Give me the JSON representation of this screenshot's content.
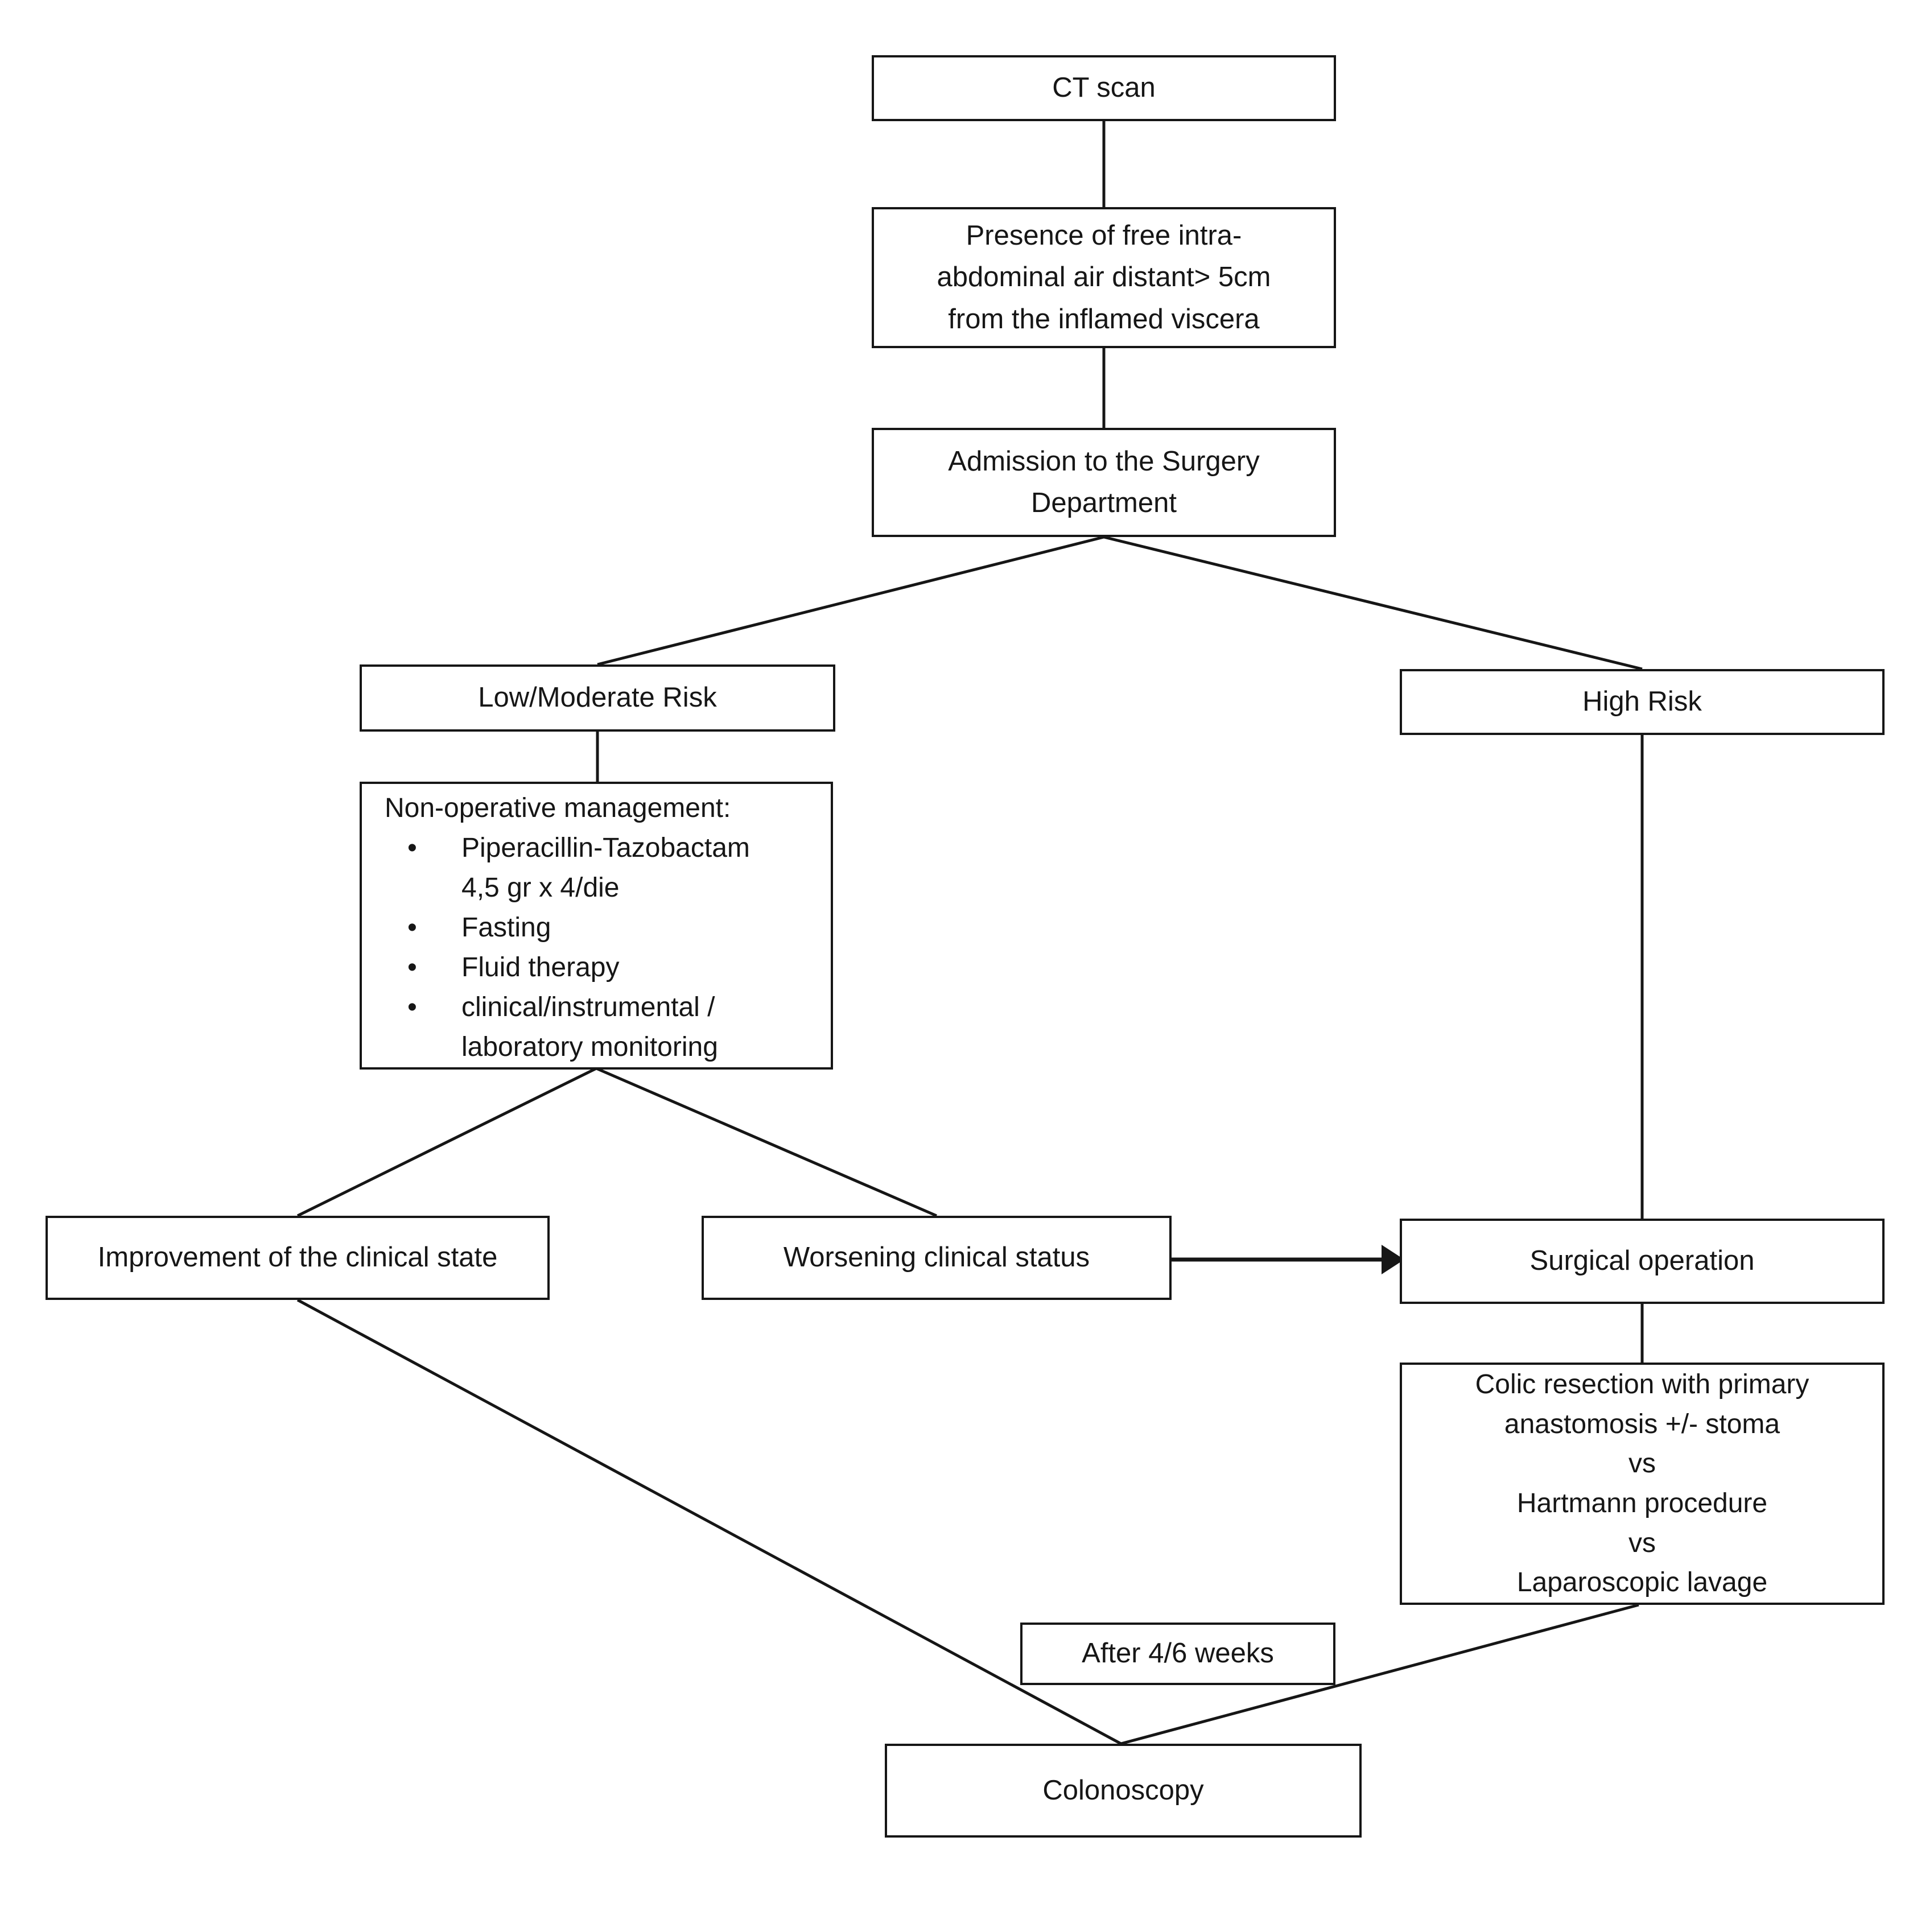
{
  "diagram": {
    "bullet_char": "•",
    "colors": {
      "background": "#ffffff",
      "box_border": "#161616",
      "line": "#161616",
      "text": "#161616"
    },
    "nodes": {
      "ct_scan": {
        "label": "CT scan"
      },
      "presence": {
        "label": "Presence of free intra-\nabdominal air distant> 5cm\nfrom the inflamed viscera"
      },
      "admission": {
        "label": "Admission to the Surgery\nDepartment"
      },
      "low_risk": {
        "label": "Low/Moderate Risk"
      },
      "high_risk": {
        "label": "High Risk"
      },
      "non_operative": {
        "title": "Non-operative management:",
        "bullets": [
          "Piperacillin-Tazobactam\n4,5 gr x 4/die",
          "Fasting",
          "Fluid therapy",
          "clinical/instrumental /\nlaboratory monitoring"
        ]
      },
      "improvement": {
        "label": "Improvement of the clinical state"
      },
      "worsening": {
        "label": "Worsening clinical status"
      },
      "surgical": {
        "label": "Surgical operation"
      },
      "colic_resection": {
        "label": "Colic resection with primary\nanastomosis +/- stoma\nvs\nHartmann procedure\nvs\nLaparoscopic lavage"
      },
      "after_weeks": {
        "label": "After 4/6 weeks"
      },
      "colonoscopy": {
        "label": "Colonoscopy"
      }
    },
    "edges": [
      {
        "from": "ct_scan",
        "to": "presence",
        "type": "line"
      },
      {
        "from": "presence",
        "to": "admission",
        "type": "line"
      },
      {
        "from": "admission",
        "to": "low_risk",
        "type": "line"
      },
      {
        "from": "admission",
        "to": "high_risk",
        "type": "line"
      },
      {
        "from": "low_risk",
        "to": "non_operative",
        "type": "line"
      },
      {
        "from": "non_operative",
        "to": "improvement",
        "type": "line"
      },
      {
        "from": "non_operative",
        "to": "worsening",
        "type": "line"
      },
      {
        "from": "worsening",
        "to": "surgical",
        "type": "arrow"
      },
      {
        "from": "high_risk",
        "to": "surgical",
        "type": "line"
      },
      {
        "from": "surgical",
        "to": "colic_resection",
        "type": "line"
      },
      {
        "from": "improvement",
        "to": "colonoscopy",
        "type": "line"
      },
      {
        "from": "colic_resection",
        "to": "colonoscopy",
        "type": "line"
      }
    ]
  }
}
